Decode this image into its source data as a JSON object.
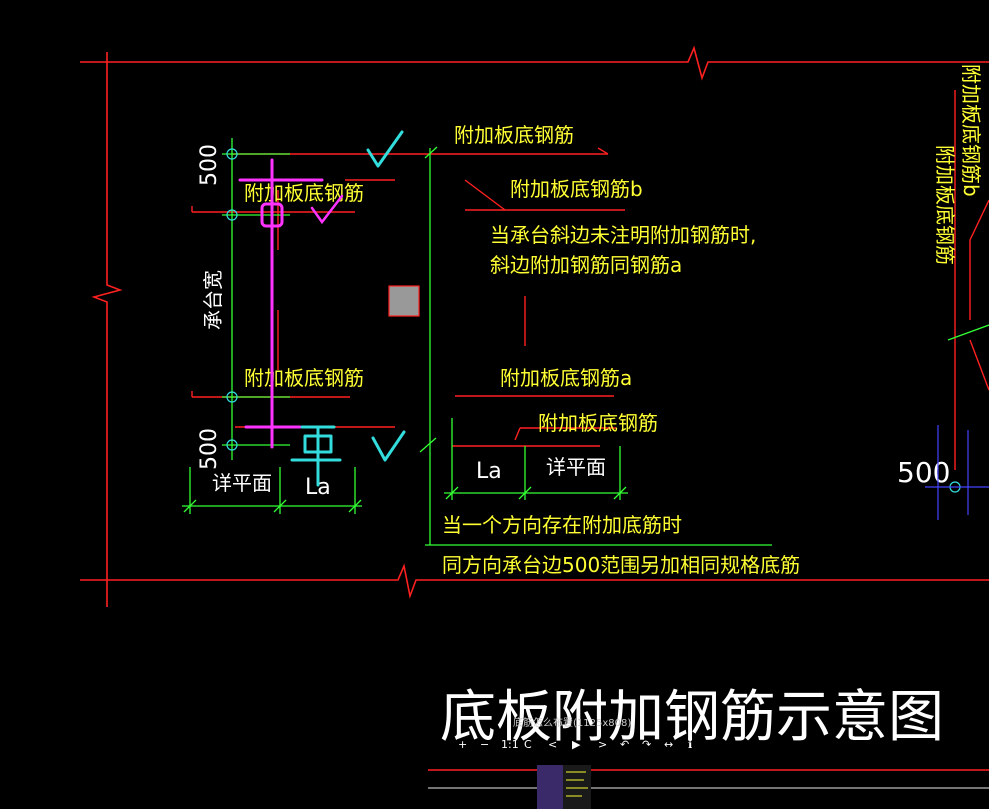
{
  "drawing": {
    "title": "底板附加钢筋示意图",
    "labels": {
      "bar_top_right": "附加板底钢筋",
      "bar_b": "附加板底钢筋b",
      "note_line1": "当承台斜边未注明附加钢筋时,",
      "note_line2": "斜边附加钢筋同钢筋a",
      "bar_left_upper": "附加板底钢筋",
      "bar_left_lower": "附加板底钢筋",
      "bar_a": "附加板底钢筋a",
      "bar_right_lower": "附加板底钢筋",
      "la_left": "La",
      "la_right": "La",
      "detail_left": "详平面",
      "detail_right": "详平面",
      "note2_line1": "当一个方向存在附加底筋时",
      "note2_line2": "同方向承台边500范围另加相同规格底筋",
      "dim_500_top": "500",
      "dim_500_bottom": "500",
      "dim_cap_width": "承台宽",
      "right_dim_500": "500",
      "right_vert_1": "附加板底钢筋",
      "right_vert_2": "附加板底钢筋b"
    },
    "colors": {
      "red": "#ff2020",
      "green": "#33ff33",
      "yellow": "#ffff33",
      "magenta": "#ff33ff",
      "cyan": "#33dddd",
      "blue": "#4444ff",
      "gray": "#999999"
    }
  },
  "viewer": {
    "caption": "底筋怎么布置(1125x808)",
    "toolbar": {
      "zoom_in": "+",
      "zoom_out": "−",
      "actual_size": "1:1",
      "rotate": "C",
      "prev": "<",
      "play": "▶",
      "next": ">",
      "rotate_left": "↶",
      "rotate_right": "↷",
      "fit": "↔",
      "info": "ℹ"
    }
  }
}
